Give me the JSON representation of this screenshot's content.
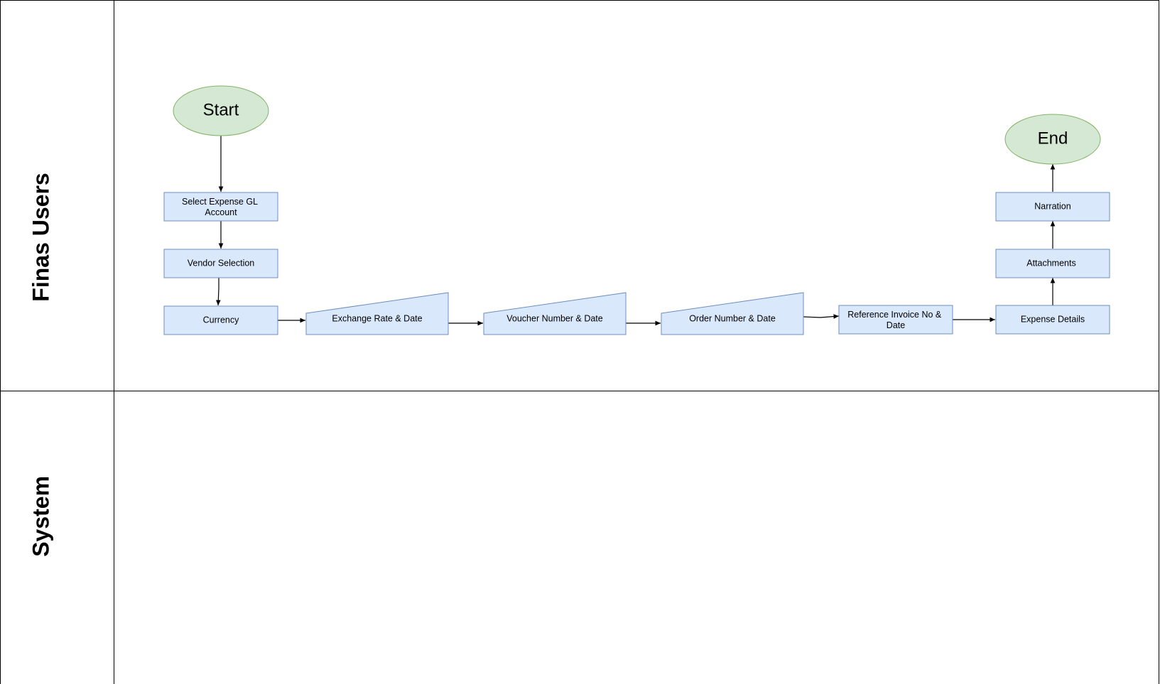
{
  "lanes": [
    {
      "label": "Finas Users"
    },
    {
      "label": "System"
    }
  ],
  "terminals": {
    "start": "Start",
    "end": "End"
  },
  "steps": {
    "select_gl": [
      "Select Expense GL",
      "Account"
    ],
    "vendor": [
      "Vendor Selection"
    ],
    "currency": [
      "Currency"
    ],
    "exchange": [
      "Exchange Rate & Date"
    ],
    "voucher": [
      "Voucher Number & Date"
    ],
    "order": [
      "Order Number & Date"
    ],
    "reference": [
      "Reference Invoice No &",
      "Date"
    ],
    "expense": [
      "Expense Details"
    ],
    "attachments": [
      "Attachments"
    ],
    "narration": [
      "Narration"
    ]
  },
  "colors": {
    "process_fill": "#dae8fc",
    "process_stroke": "#6c8ebf",
    "terminal_fill": "#d5e8d4",
    "terminal_stroke": "#82b366"
  }
}
